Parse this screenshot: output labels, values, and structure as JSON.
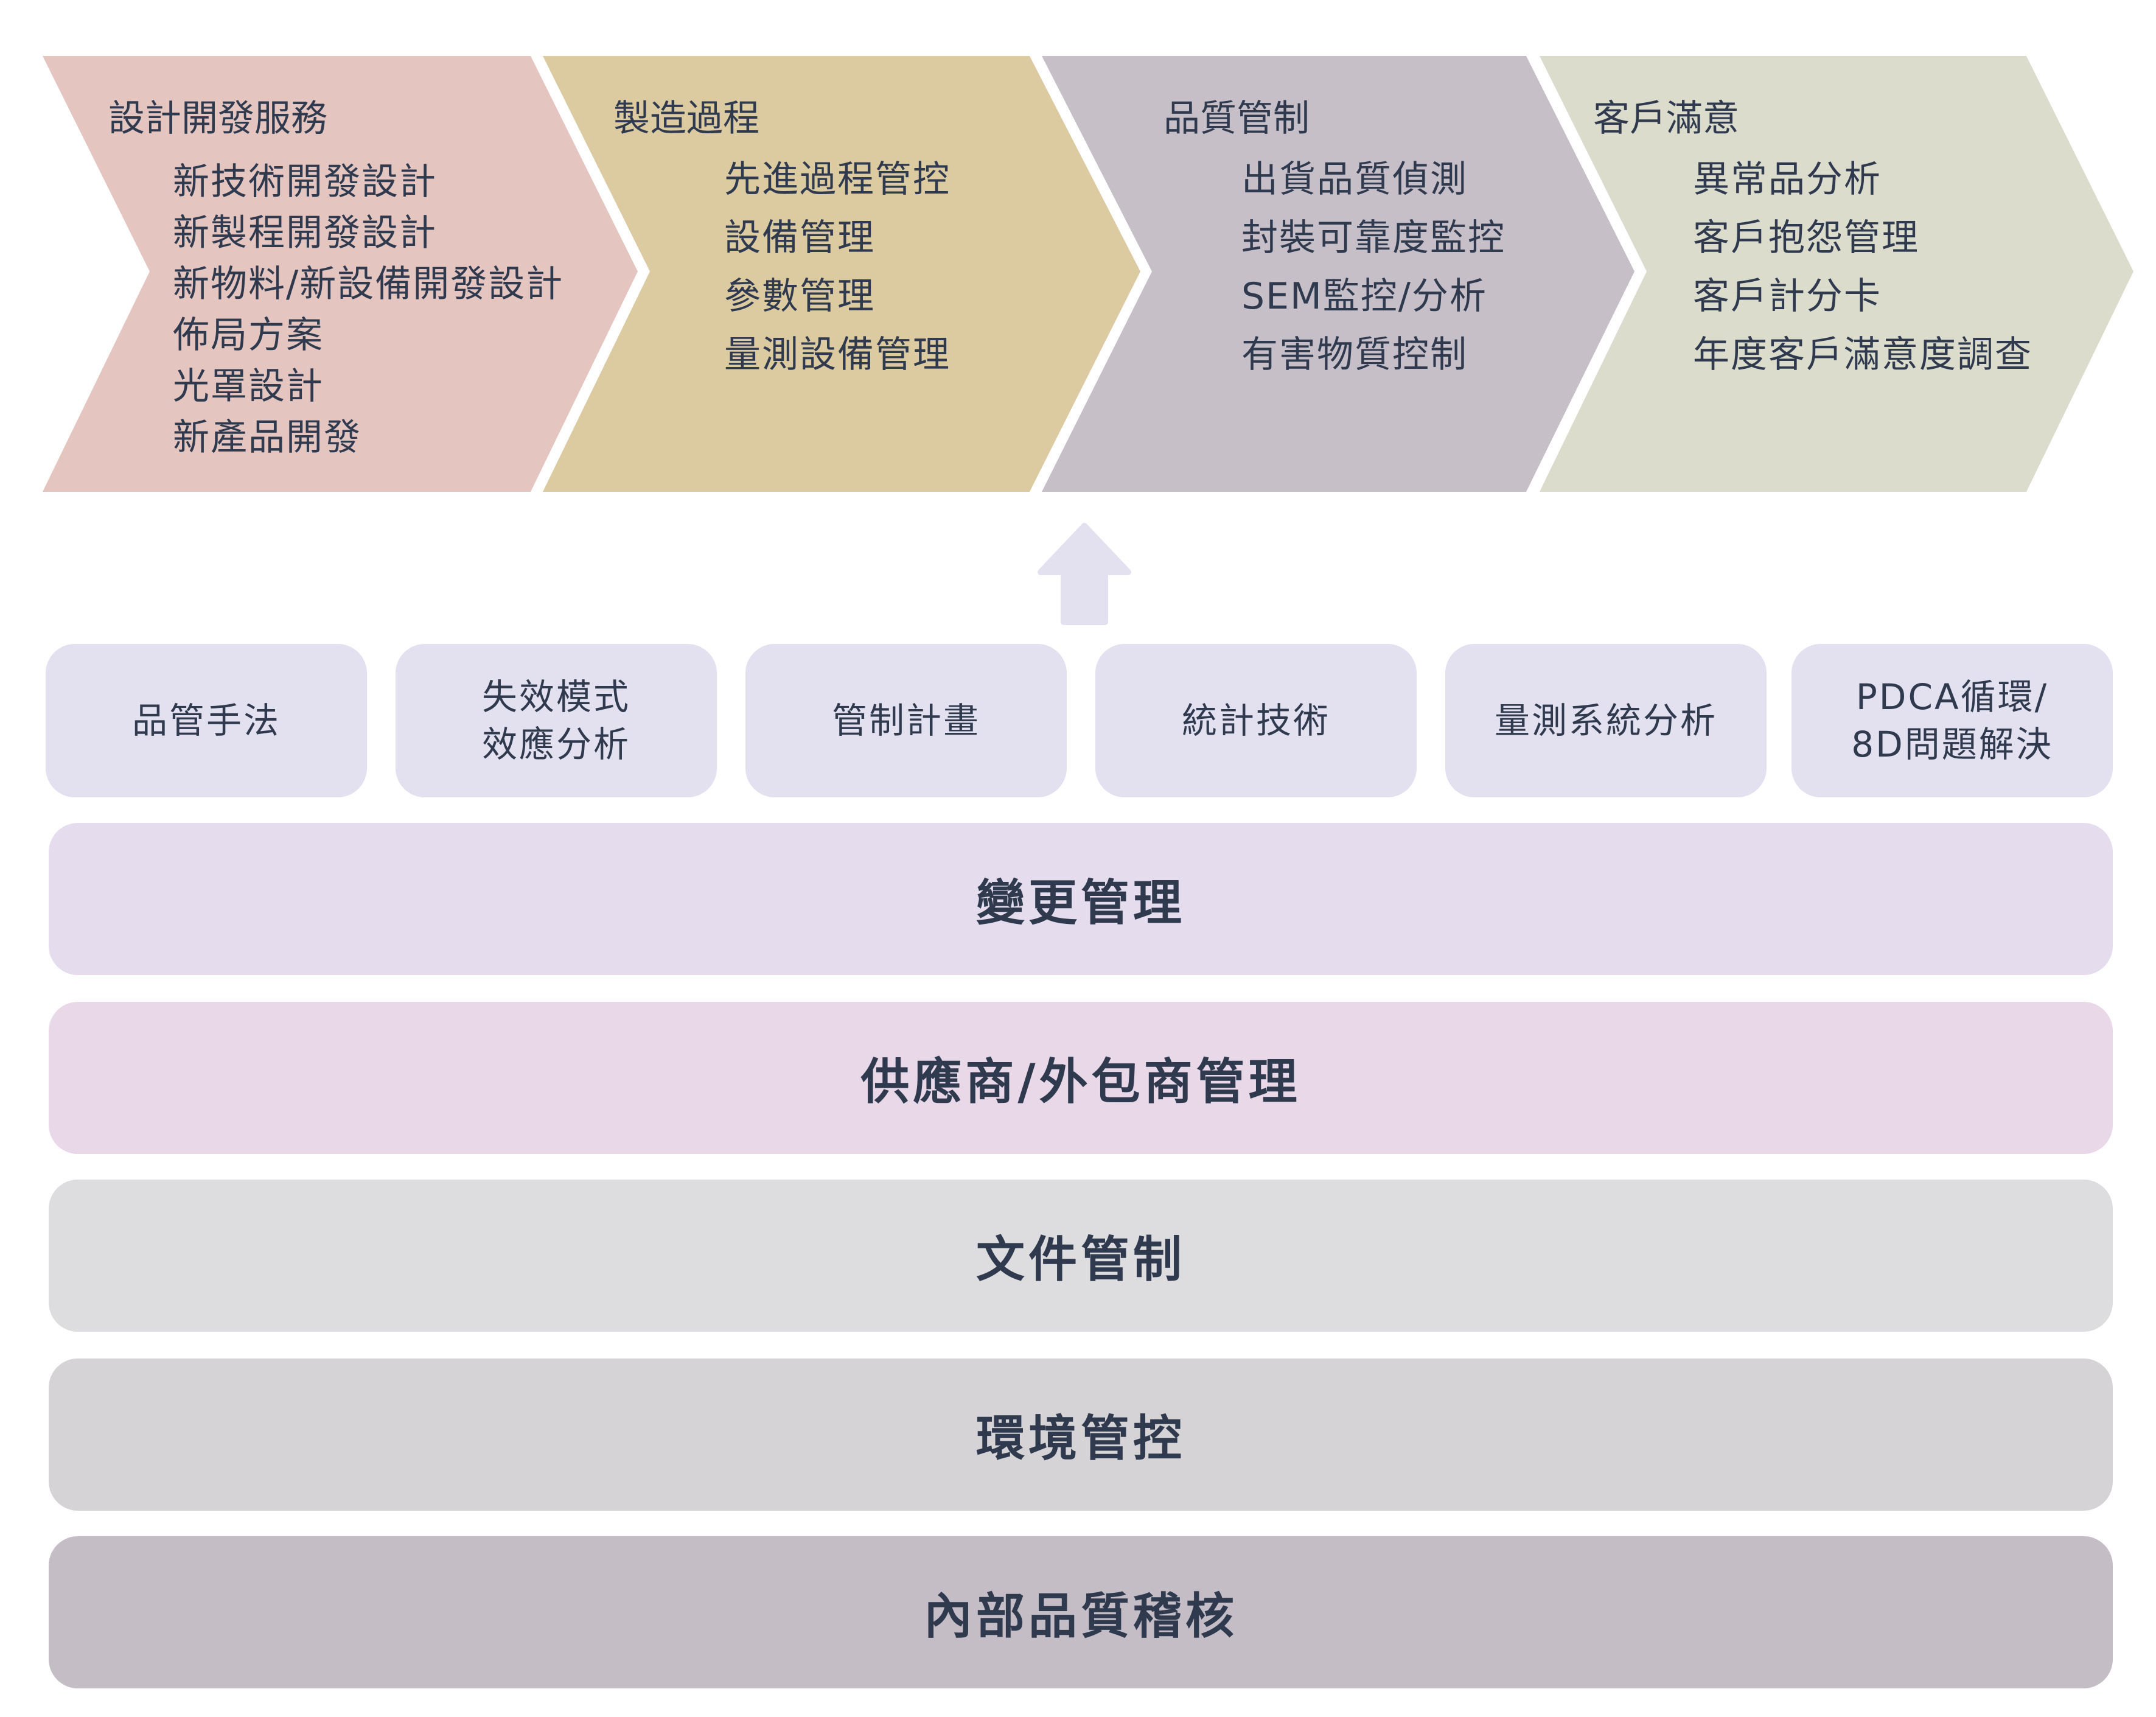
{
  "process": {
    "stages": [
      {
        "title": "設計開發服務",
        "color": "#e4c5bf",
        "items": [
          "新技術開發設計",
          "新製程開發設計",
          "新物料/新設備開發設計",
          "佈局方案",
          "光罩設計",
          "新產品開發"
        ]
      },
      {
        "title": "製造過程",
        "color": "#dccba1",
        "items": [
          "先進過程管控",
          "設備管理",
          "參數管理",
          "量測設備管理"
        ]
      },
      {
        "title": "品質管制",
        "color": "#c6bfc8",
        "items": [
          "出貨品質偵測",
          "封裝可靠度監控",
          "SEM監控/分析",
          "有害物質控制"
        ]
      },
      {
        "title": "客戶滿意",
        "color": "#dcdccd",
        "items": [
          "異常品分析",
          "客戶抱怨管理",
          "客戶計分卡",
          "年度客戶滿意度調查"
        ]
      }
    ]
  },
  "arrow": {
    "icon": "up-arrow-icon",
    "color": "#e3e0ef"
  },
  "tools": [
    "品管手法",
    "失效模式\n效應分析",
    "管制計畫",
    "統計技術",
    "量測系統分析",
    "PDCA循環/\n8D問題解決"
  ],
  "tool_color": "#e3e0ef",
  "layers": [
    {
      "label": "變更管理",
      "color": "#e5ddee"
    },
    {
      "label": "供應商/外包商管理",
      "color": "#e9d8e8"
    },
    {
      "label": "文件管制",
      "color": "#dddddf"
    },
    {
      "label": "環境管控",
      "color": "#d5d3d5"
    },
    {
      "label": "內部品質稽核",
      "color": "#c4bdc6"
    }
  ],
  "text_color": "#2f3a4f"
}
